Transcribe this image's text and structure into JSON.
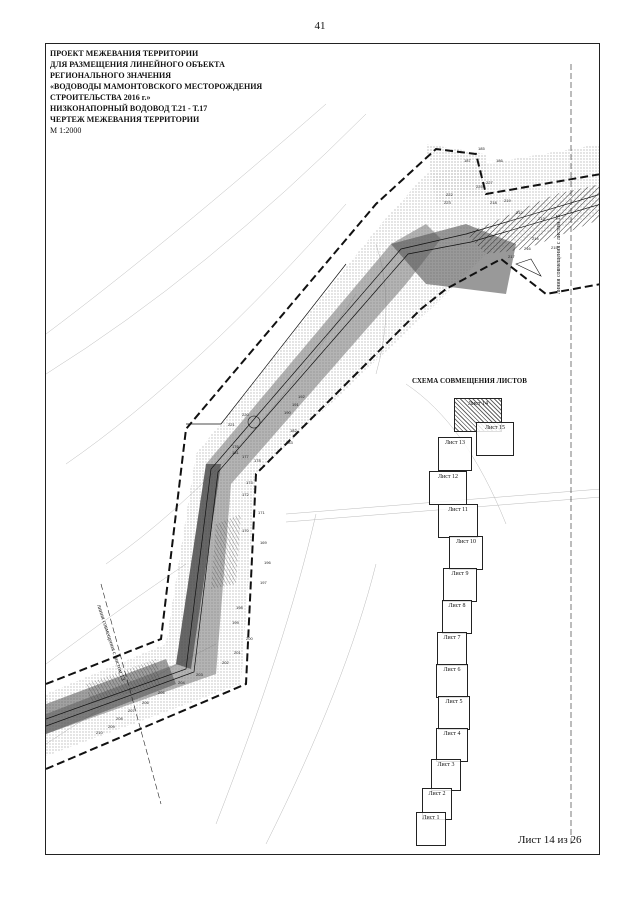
{
  "page": {
    "number": "41"
  },
  "title_block": {
    "lines": [
      "ПРОЕКТ МЕЖЕВАНИЯ ТЕРРИТОРИИ",
      "ДЛЯ РАЗМЕЩЕНИЯ ЛИНЕЙНОГО ОБЪЕКТА",
      "РЕГИОНАЛЬНОГО ЗНАЧЕНИЯ",
      "«ВОДОВОДЫ МАМОНТОВСКОГО МЕСТОРОЖДЕНИЯ",
      "СТРОИТЕЛЬСТВА 2016 г.»",
      "НИЗКОНАПОРНЫЙ ВОДОВОД Т.21 - Т.17",
      "ЧЕРТЕЖ МЕЖЕВАНИЯ ТЕРРИТОРИИ"
    ],
    "scale": "М 1:2000"
  },
  "scheme": {
    "title": "СХЕМА СОВМЕЩЕНИЯ ЛИСТОВ",
    "sheets": [
      "Лист 14",
      "Лист 15",
      "Лист 13",
      "Лист 12",
      "Лист 11",
      "Лист 10",
      "Лист 9",
      "Лист 8",
      "Лист 7",
      "Лист 6",
      "Лист 5",
      "Лист 4",
      "Лист 3",
      "Лист 2",
      "Лист 1"
    ]
  },
  "match_lines": {
    "right": "линия совмещения с листом 15",
    "left": "линия совмещения с листом 13"
  },
  "point_labels": [
    "185",
    "186",
    "187",
    "227",
    "225",
    "222",
    "223",
    "218",
    "219",
    "212",
    "213",
    "214",
    "215",
    "216",
    "217",
    "190",
    "191",
    "192",
    "181",
    "182",
    "183",
    "176",
    "177",
    "178",
    "173",
    "172",
    "171",
    "170",
    "169",
    "196",
    "197",
    "198",
    "199",
    "200",
    "201",
    "202",
    "203",
    "204",
    "205",
    "206",
    "207",
    "208",
    "209",
    "210",
    "220",
    "221"
  ],
  "sheet_label": "Лист 14 из 26"
}
